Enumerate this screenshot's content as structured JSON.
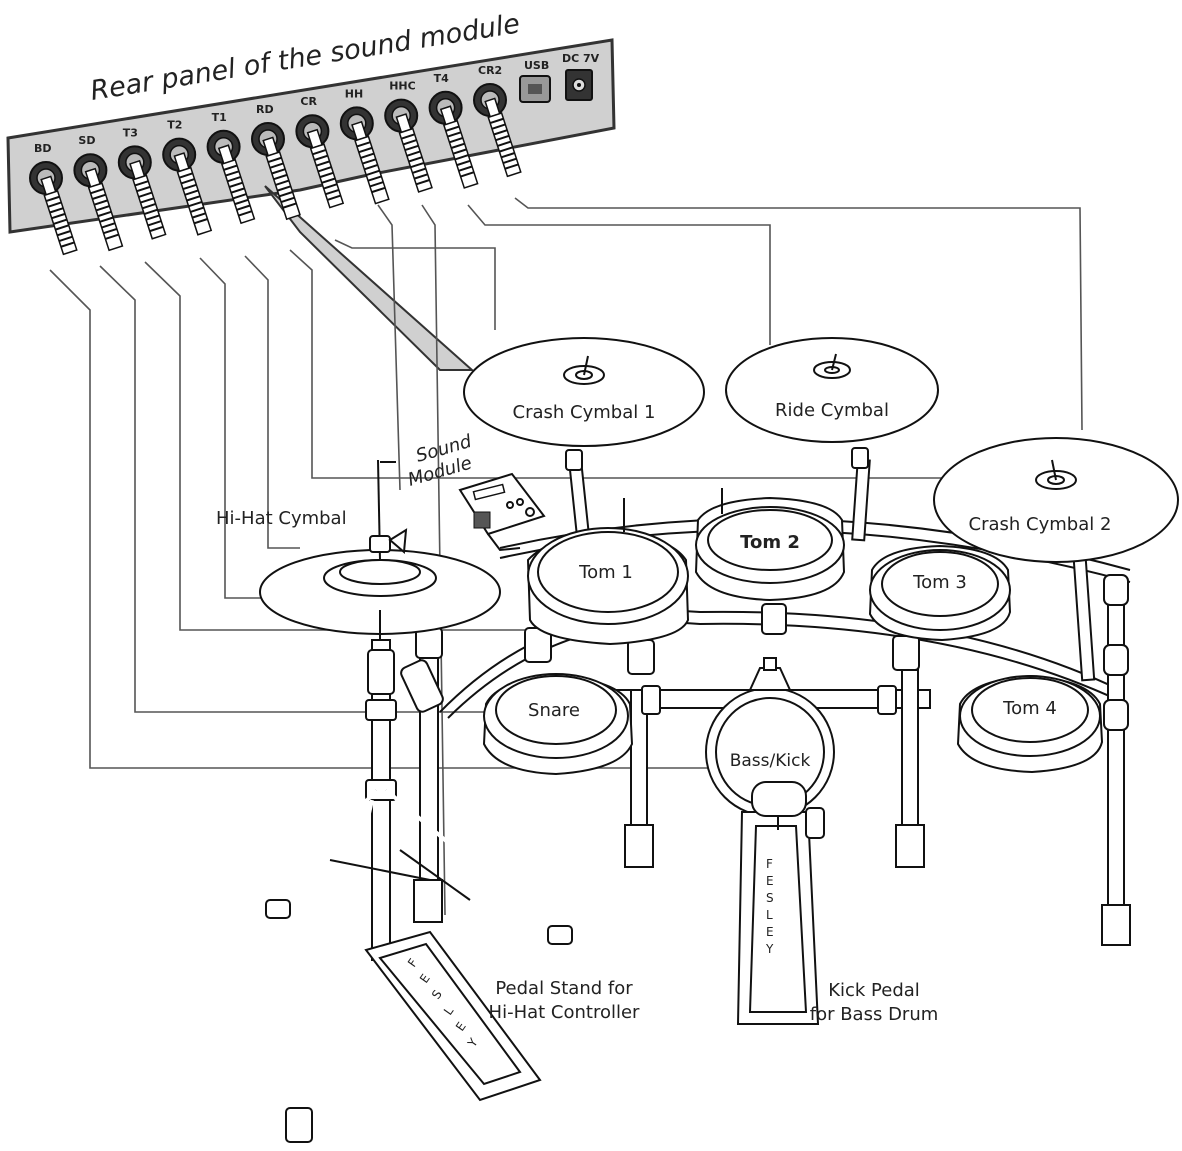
{
  "panel": {
    "title": "Rear panel of the sound module",
    "ports": [
      "BD",
      "SD",
      "T3",
      "T2",
      "T1",
      "RD",
      "CR",
      "HH",
      "HHC",
      "T4",
      "CR2"
    ],
    "usb_label": "USB",
    "dc_label": "DC 7V"
  },
  "components": {
    "crash1": "Crash Cymbal 1",
    "ride": "Ride Cymbal",
    "crash2": "Crash Cymbal 2",
    "hihat": "Hi-Hat Cymbal",
    "sound_module_1": "Sound",
    "sound_module_2": "Module",
    "tom1": "Tom 1",
    "tom2": "Tom 2",
    "tom3": "Tom 3",
    "tom4": "Tom 4",
    "snare": "Snare",
    "kick": "Bass/Kick",
    "hihat_pedal_1": "Pedal Stand for",
    "hihat_pedal_2": "Hi-Hat Controller",
    "kick_pedal_1": "Kick Pedal",
    "kick_pedal_2": "for Bass Drum",
    "brand_letters": [
      "F",
      "E",
      "S",
      "L",
      "E",
      "Y"
    ]
  },
  "colors": {
    "panel_fill": "#d0d0d0",
    "panel_stroke": "#333333",
    "wire": "#555555",
    "ink": "#111111"
  }
}
